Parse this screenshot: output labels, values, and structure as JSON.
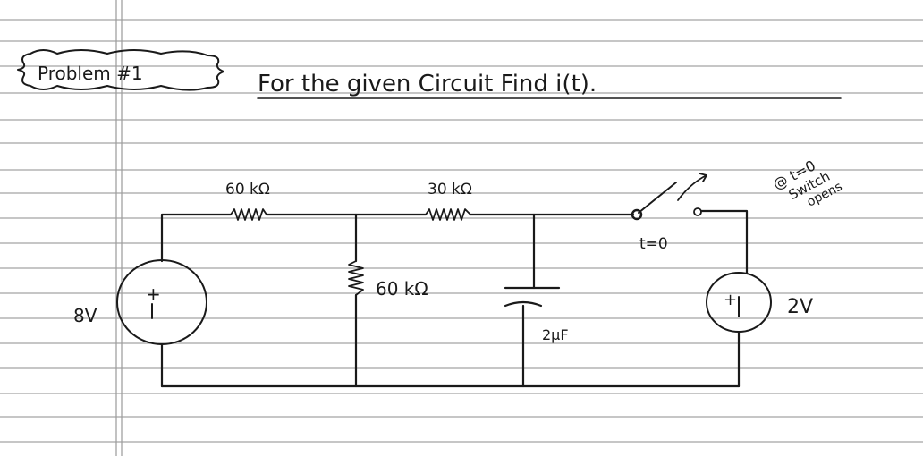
{
  "header": {
    "problem_label": "Problem #1",
    "instruction": "For the given Circuit Find i(t)."
  },
  "components": {
    "r1_label": "60 kΩ",
    "r2_label": "30 kΩ",
    "r3_label": "60 kΩ",
    "capacitor_label": "2μF",
    "source_left_value": "8V",
    "source_right_value": "2V",
    "source_left_polarity": "+",
    "source_right_polarity": "+",
    "switch_time_label": "t=0"
  },
  "note": {
    "line1": "@ t=0",
    "line2": "Switch",
    "line3": "opens"
  },
  "colors": {
    "ink": "#1a1a1a",
    "rule_line": "#8e8e8e",
    "margin_line": "#9a9a9a",
    "paper": "#ffffff"
  }
}
